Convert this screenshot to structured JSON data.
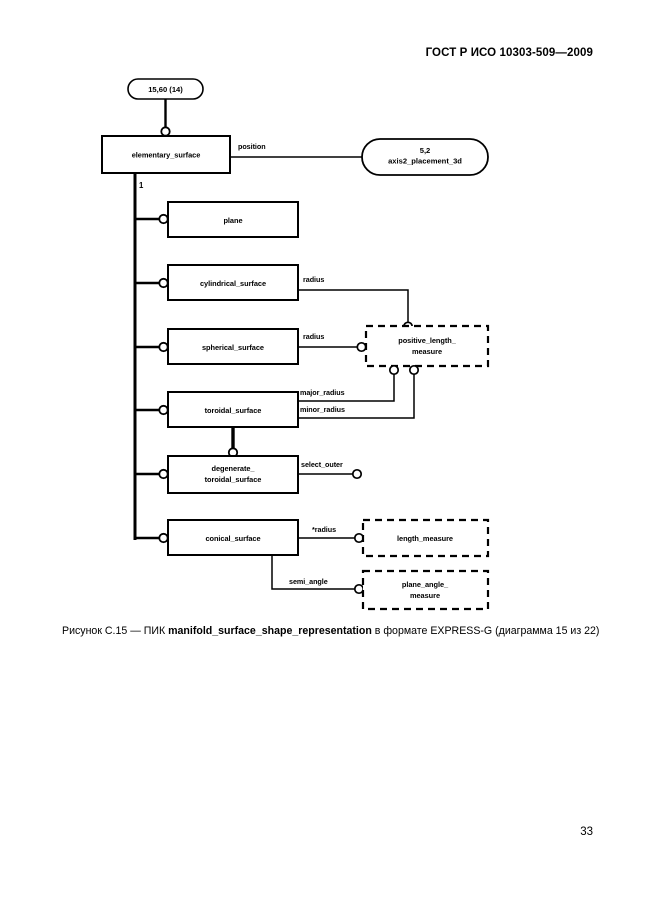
{
  "document": {
    "header": "ГОСТ Р ИСО 10303-509—2009",
    "page_number": "33"
  },
  "caption": {
    "prefix": "Рисунок С.15 — ПИК ",
    "entity": "manifold_surface_shape_representation",
    "suffix": " в формате EXPRESS-G (диаграмма 15 из 22)"
  },
  "diagram": {
    "type": "express-g",
    "page_refs": [
      {
        "id": "ref-top",
        "text": "15,60 (14)"
      },
      {
        "id": "ref-axis2",
        "line1": "5,2",
        "line2": "axis2_placement_3d"
      }
    ],
    "entities": [
      {
        "id": "elementary_surface",
        "label": "elementary_surface",
        "style": "solid"
      },
      {
        "id": "plane",
        "label": "plane",
        "style": "solid"
      },
      {
        "id": "cylindrical_surface",
        "label": "cylindrical_surface",
        "style": "solid"
      },
      {
        "id": "spherical_surface",
        "label": "spherical_surface",
        "style": "solid"
      },
      {
        "id": "toroidal_surface",
        "label": "toroidal_surface",
        "style": "solid"
      },
      {
        "id": "degenerate_toroidal_surface",
        "line1": "degenerate_",
        "line2": "toroidal_surface",
        "style": "solid"
      },
      {
        "id": "conical_surface",
        "label": "conical_surface",
        "style": "solid"
      },
      {
        "id": "positive_length_measure",
        "line1": "positive_length_",
        "line2": "measure",
        "style": "dashed"
      },
      {
        "id": "length_measure",
        "label": "length_measure",
        "style": "dashed"
      },
      {
        "id": "plane_angle_measure",
        "line1": "plane_angle_",
        "line2": "measure",
        "style": "dashed"
      }
    ],
    "attributes": [
      {
        "id": "position",
        "label": "position",
        "from": "elementary_surface",
        "to": "ref-axis2"
      },
      {
        "id": "radius_cyl",
        "label": "radius",
        "from": "cylindrical_surface",
        "to": "positive_length_measure"
      },
      {
        "id": "radius_sph",
        "label": "radius",
        "from": "spherical_surface",
        "to": "positive_length_measure"
      },
      {
        "id": "major_radius",
        "label": "major_radius",
        "from": "toroidal_surface",
        "to": "positive_length_measure"
      },
      {
        "id": "minor_radius",
        "label": "minor_radius",
        "from": "toroidal_surface",
        "to": "positive_length_measure"
      },
      {
        "id": "select_outer",
        "label": "select_outer",
        "from": "degenerate_toroidal_surface",
        "to": ""
      },
      {
        "id": "radius_con",
        "label": "*radius",
        "from": "conical_surface",
        "to": "length_measure"
      },
      {
        "id": "semi_angle",
        "label": "semi_angle",
        "from": "conical_surface",
        "to": "plane_angle_measure"
      }
    ],
    "cardinalities": [
      {
        "id": "supertype-1",
        "label": "1"
      }
    ]
  }
}
